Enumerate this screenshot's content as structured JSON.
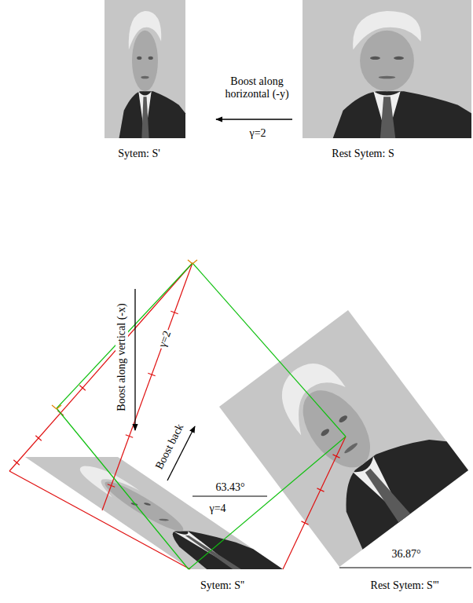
{
  "diagram": {
    "labels": [
      "Boost along horizontal (-y)",
      "γ=2",
      "Sytem: S'",
      "Rest Sytem: S",
      "Boost along vertical (-x)",
      "γ=2",
      "Boost back",
      "63.43°",
      "γ=4",
      "36.87°",
      "Sytem: S''",
      "Rest Sytem: S'''"
    ]
  }
}
